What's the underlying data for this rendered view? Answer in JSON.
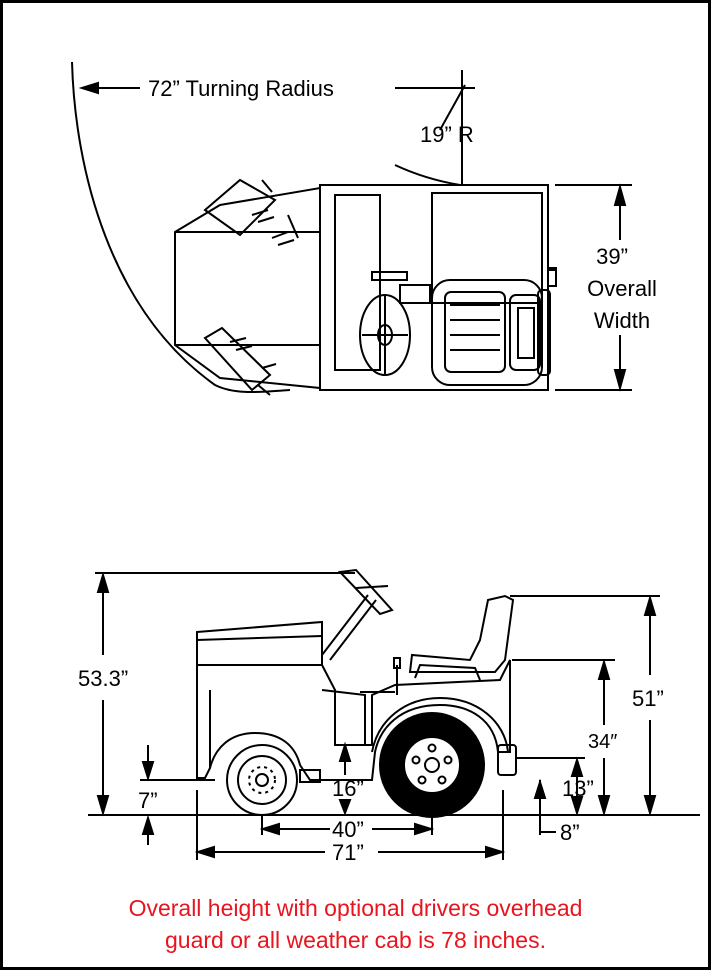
{
  "labels": {
    "turning_radius": "72” Turning Radius",
    "inner_radius": "19” R",
    "overall_width_value": "39”",
    "overall_width_line1": "Overall",
    "overall_width_line2": "Width",
    "height_total": "53.3”",
    "height_seat": "51”",
    "height_deck": "34″",
    "height_7": "7”",
    "clearance_16": "16”",
    "height_13": "13”",
    "wheelbase_40": "40”",
    "rear_8": "8”",
    "length_71": "71”"
  },
  "note": {
    "line1": "Overall height with optional drivers overhead",
    "line2": "guard or all weather cab is 78 inches."
  },
  "colors": {
    "note": "#e8141e",
    "line": "#000000"
  }
}
